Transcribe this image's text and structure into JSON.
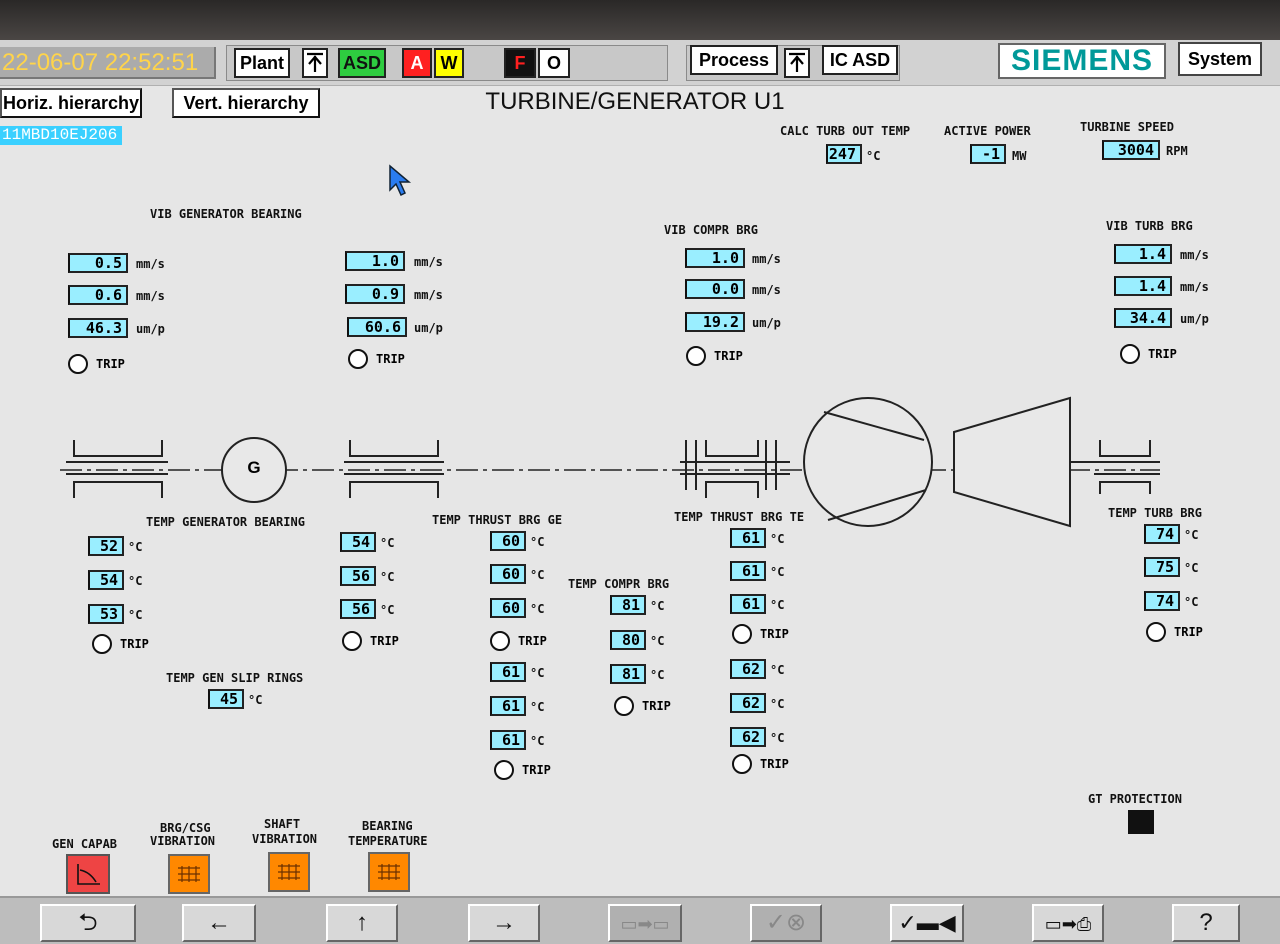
{
  "header": {
    "clock": "22-06-07 22:52:51",
    "plant": "Plant",
    "asd": "ASD",
    "alarm_a": "A",
    "alarm_w": "W",
    "alarm_f": "F",
    "alarm_o": "O",
    "process": "Process",
    "ic_asd": "IC ASD",
    "brand": "SIEMENS",
    "system": "System",
    "horiz": "Horiz. hierarchy",
    "vert": "Vert. hierarchy",
    "title": "TURBINE/GENERATOR U1",
    "tag": "11MBD10EJ206"
  },
  "top_readouts": {
    "calc_label": "CALC TURB OUT TEMP",
    "calc_value": "247",
    "calc_unit": "°C",
    "power_label": "ACTIVE POWER",
    "power_value": "-1",
    "power_unit": "MW",
    "speed_label": "TURBINE SPEED",
    "speed_value": "3004",
    "speed_unit": "RPM"
  },
  "vib": {
    "gen_label": "VIB GENERATOR BEARING",
    "compr_label": "VIB COMPR BRG",
    "turb_label": "VIB TURB BRG",
    "gen1": [
      "0.5",
      "0.6",
      "46.3"
    ],
    "gen2": [
      "1.0",
      "0.9",
      "60.6"
    ],
    "compr": [
      "1.0",
      "0.0",
      "19.2"
    ],
    "turb": [
      "1.4",
      "1.4",
      "34.4"
    ],
    "units": [
      "mm/s",
      "mm/s",
      "um/p"
    ]
  },
  "temp": {
    "gen_label": "TEMP GENERATOR BEARING",
    "gen1": [
      "52",
      "54",
      "53"
    ],
    "gen2": [
      "54",
      "56",
      "56"
    ],
    "thrust_ge_label": "TEMP THRUST BRG GE",
    "thrust_ge": [
      "60",
      "60",
      "60",
      "61",
      "61",
      "61"
    ],
    "compr_label": "TEMP COMPR BRG",
    "compr": [
      "81",
      "80",
      "81"
    ],
    "thrust_te_label": "TEMP THRUST BRG TE",
    "thrust_te": [
      "61",
      "61",
      "61",
      "62",
      "62",
      "62"
    ],
    "turb_label": "TEMP TURB BRG",
    "turb": [
      "74",
      "75",
      "74"
    ],
    "slip_label": "TEMP GEN SLIP RINGS",
    "slip": "45",
    "unit": "°C"
  },
  "trip_label": "TRIP",
  "generator_symbol": "G",
  "gt_protection": "GT PROTECTION",
  "bottom": {
    "gen_capab": "GEN CAPAB",
    "brg_csg_1": "BRG/CSG",
    "brg_csg_2": "VIBRATION",
    "shaft_1": "SHAFT",
    "shaft_2": "VIBRATION",
    "bearing_1": "BEARING",
    "bearing_2": "TEMPERATURE"
  },
  "nav": {
    "help": "?"
  },
  "colors": {
    "value_bg": "#9aeeff",
    "asd_green": "#2ecc40",
    "alarm_red": "#ff2020",
    "alarm_yellow": "#ffff00",
    "brand_teal": "#009999",
    "gen_capab_red": "#ee4444",
    "report_orange": "#ff8800"
  }
}
